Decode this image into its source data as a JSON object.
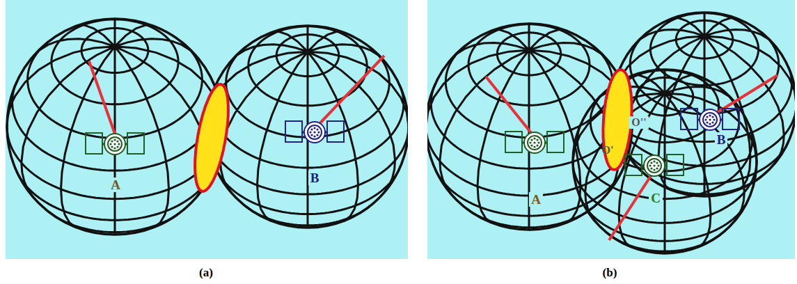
{
  "diagram": {
    "labels": [
      "A",
      "B",
      "(a)",
      "A",
      "B",
      "C",
      "O'",
      "O''",
      "(b)"
    ]
  }
}
